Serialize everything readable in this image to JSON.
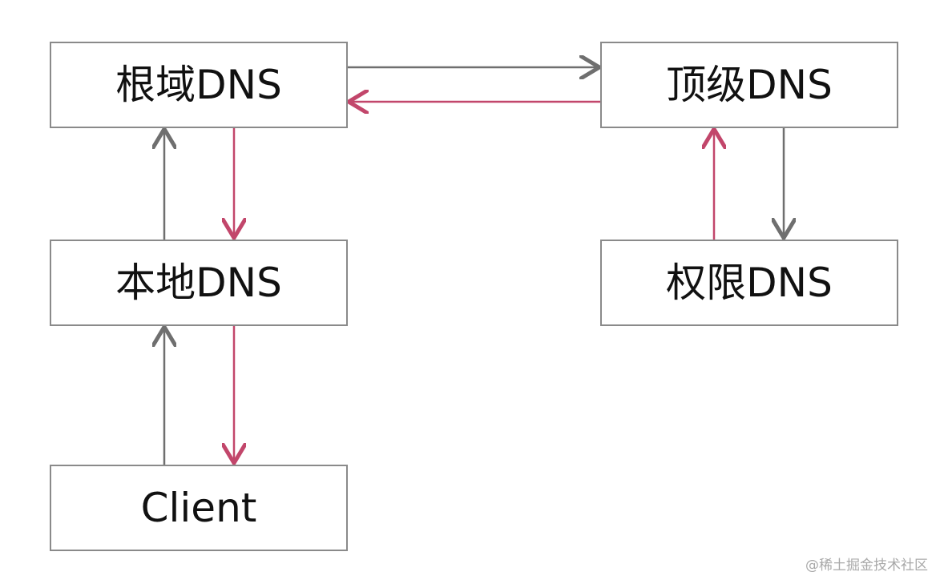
{
  "nodes": {
    "root": "根域DNS",
    "tld": "顶级DNS",
    "local": "本地DNS",
    "authoritative": "权限DNS",
    "client": "Client"
  },
  "colors": {
    "request_arrow": "#6f6f6f",
    "response_arrow": "#c2466b",
    "box_border": "#8a8a8a"
  },
  "watermark": "@稀土掘金技术社区"
}
